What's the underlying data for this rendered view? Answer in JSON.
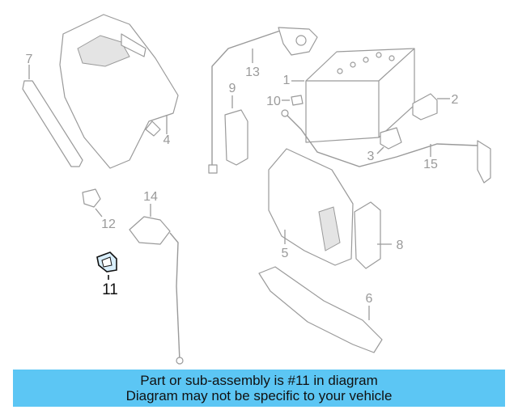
{
  "diagram": {
    "callouts": {
      "c1": "1",
      "c2": "2",
      "c3": "3",
      "c4": "4",
      "c5": "5",
      "c6": "6",
      "c7": "7",
      "c8": "8",
      "c9": "9",
      "c10": "10",
      "c11": "11",
      "c12": "12",
      "c13": "13",
      "c14": "14",
      "c15": "15"
    },
    "highlighted_part": "11",
    "colors": {
      "highlight_part": "#d8eefb",
      "highlight_stroke": "#111111",
      "line": "#9a9a9a"
    }
  },
  "banner": {
    "line1": "Part or sub-assembly is #11 in diagram",
    "line2": "Diagram may not be specific to your vehicle",
    "background": "#5cc6f4"
  }
}
